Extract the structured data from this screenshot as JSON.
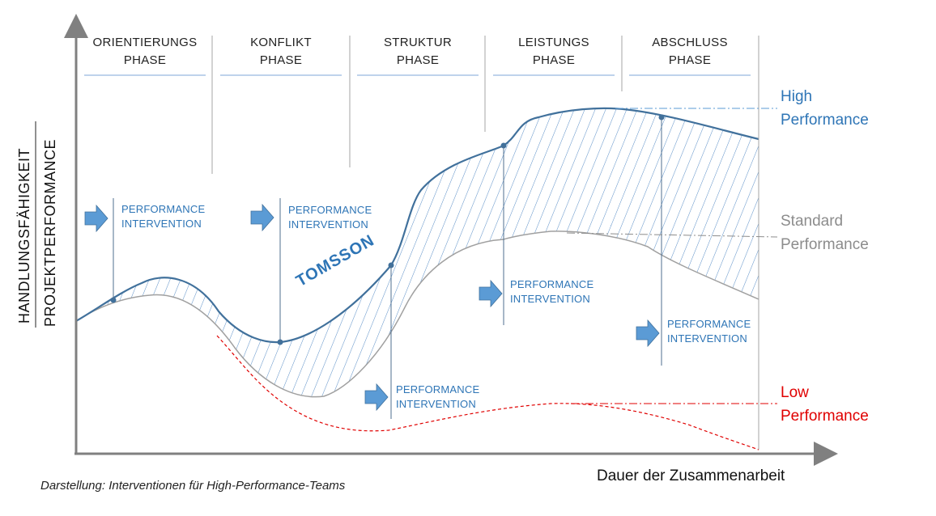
{
  "phases": [
    {
      "line1": "ORIENTIERUNGS",
      "line2": "PHASE"
    },
    {
      "line1": "KONFLIKT",
      "line2": "PHASE"
    },
    {
      "line1": "STRUKTUR",
      "line2": "PHASE"
    },
    {
      "line1": "LEISTUNGS",
      "line2": "PHASE"
    },
    {
      "line1": "ABSCHLUSS",
      "line2": "PHASE"
    }
  ],
  "levels": {
    "high": {
      "line1": "High",
      "line2": "Performance",
      "color": "#2e75b6"
    },
    "standard": {
      "line1": "Standard",
      "line2": "Performance",
      "color": "#8c8c8c"
    },
    "low": {
      "line1": "Low",
      "line2": "Performance",
      "color": "#e00000"
    }
  },
  "interventions": [
    {
      "line1": "PERFORMANCE",
      "line2": "INTERVENTION"
    },
    {
      "line1": "PERFORMANCE",
      "line2": "INTERVENTION"
    },
    {
      "line1": "PERFORMANCE",
      "line2": "INTERVENTION"
    },
    {
      "line1": "PERFORMANCE",
      "line2": "INTERVENTION"
    },
    {
      "line1": "PERFORMANCE",
      "line2": "INTERVENTION"
    }
  ],
  "curve_label": "TOMSSON",
  "y_axis": {
    "line1": "HANDLUNGSFÄHIGKEIT",
    "line2": "PROJEKTPERFORMANCE"
  },
  "x_axis": "Dauer der Zusammenarbeit",
  "caption": "Darstellung: Interventionen für High-Performance-Teams",
  "colors": {
    "accent": "#2e75b6",
    "arrow": "#5b9bd5",
    "axis": "#808080",
    "low": "#e00000"
  }
}
